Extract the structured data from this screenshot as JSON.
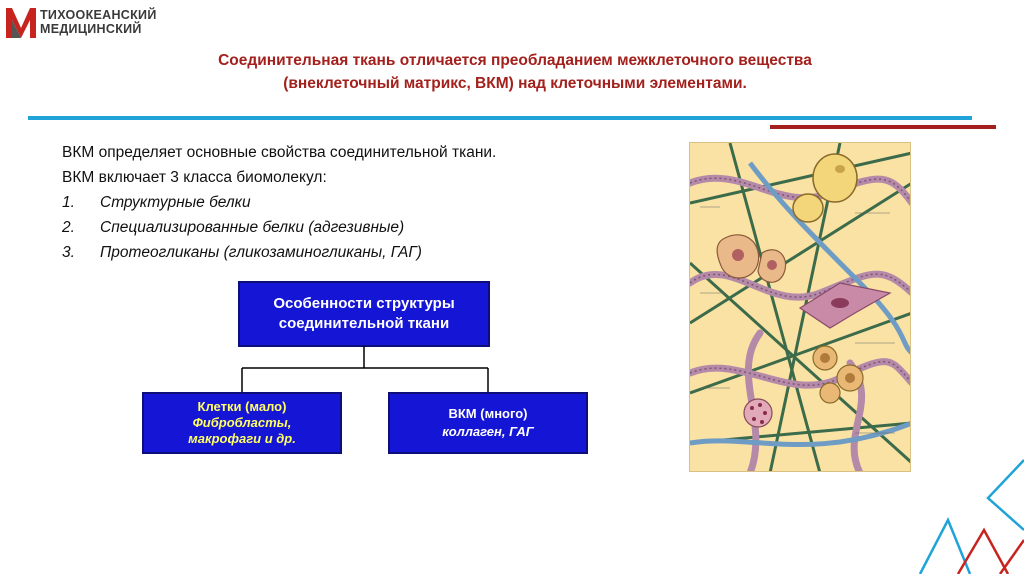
{
  "logo": {
    "line1": "ТИХООКЕАНСКИЙ",
    "line2": "МЕДИЦИНСКИЙ",
    "colors": {
      "red": "#c7241f",
      "gray": "#555555"
    }
  },
  "header": {
    "line1": "Соединительная ткань отличается преобладанием межклеточного вещества",
    "line2": "(внеклеточный матрикс, ВКМ) над клеточными элементами."
  },
  "body": {
    "para1": "ВКМ определяет основные свойства соединительной ткани.",
    "para2": "ВКМ включает 3 класса биомолекул:",
    "items": [
      {
        "num": "1.",
        "text": "Структурные белки"
      },
      {
        "num": "2.",
        "text": "Специализированные белки (адгезивные)"
      },
      {
        "num": "3.",
        "text": "Протеогликаны (гликозаминогликаны, ГАГ)"
      }
    ]
  },
  "diagram": {
    "top_box": {
      "line1": "Особенности структуры",
      "line2": "соединительной ткани"
    },
    "left_box": {
      "line1": "Клетки (мало)",
      "line2": "Фибробласты,",
      "line3": "макрофаги  и др."
    },
    "right_box": {
      "line1": "ВКМ (много)",
      "line2": "коллаген, ГАГ"
    },
    "colors": {
      "box_fill": "#1515d6",
      "text_yellow": "#ffff66"
    }
  },
  "colors": {
    "accent_red": "#a3201c",
    "accent_blue": "#1fa3d8",
    "illustration_bg": "#f9e2a4"
  }
}
